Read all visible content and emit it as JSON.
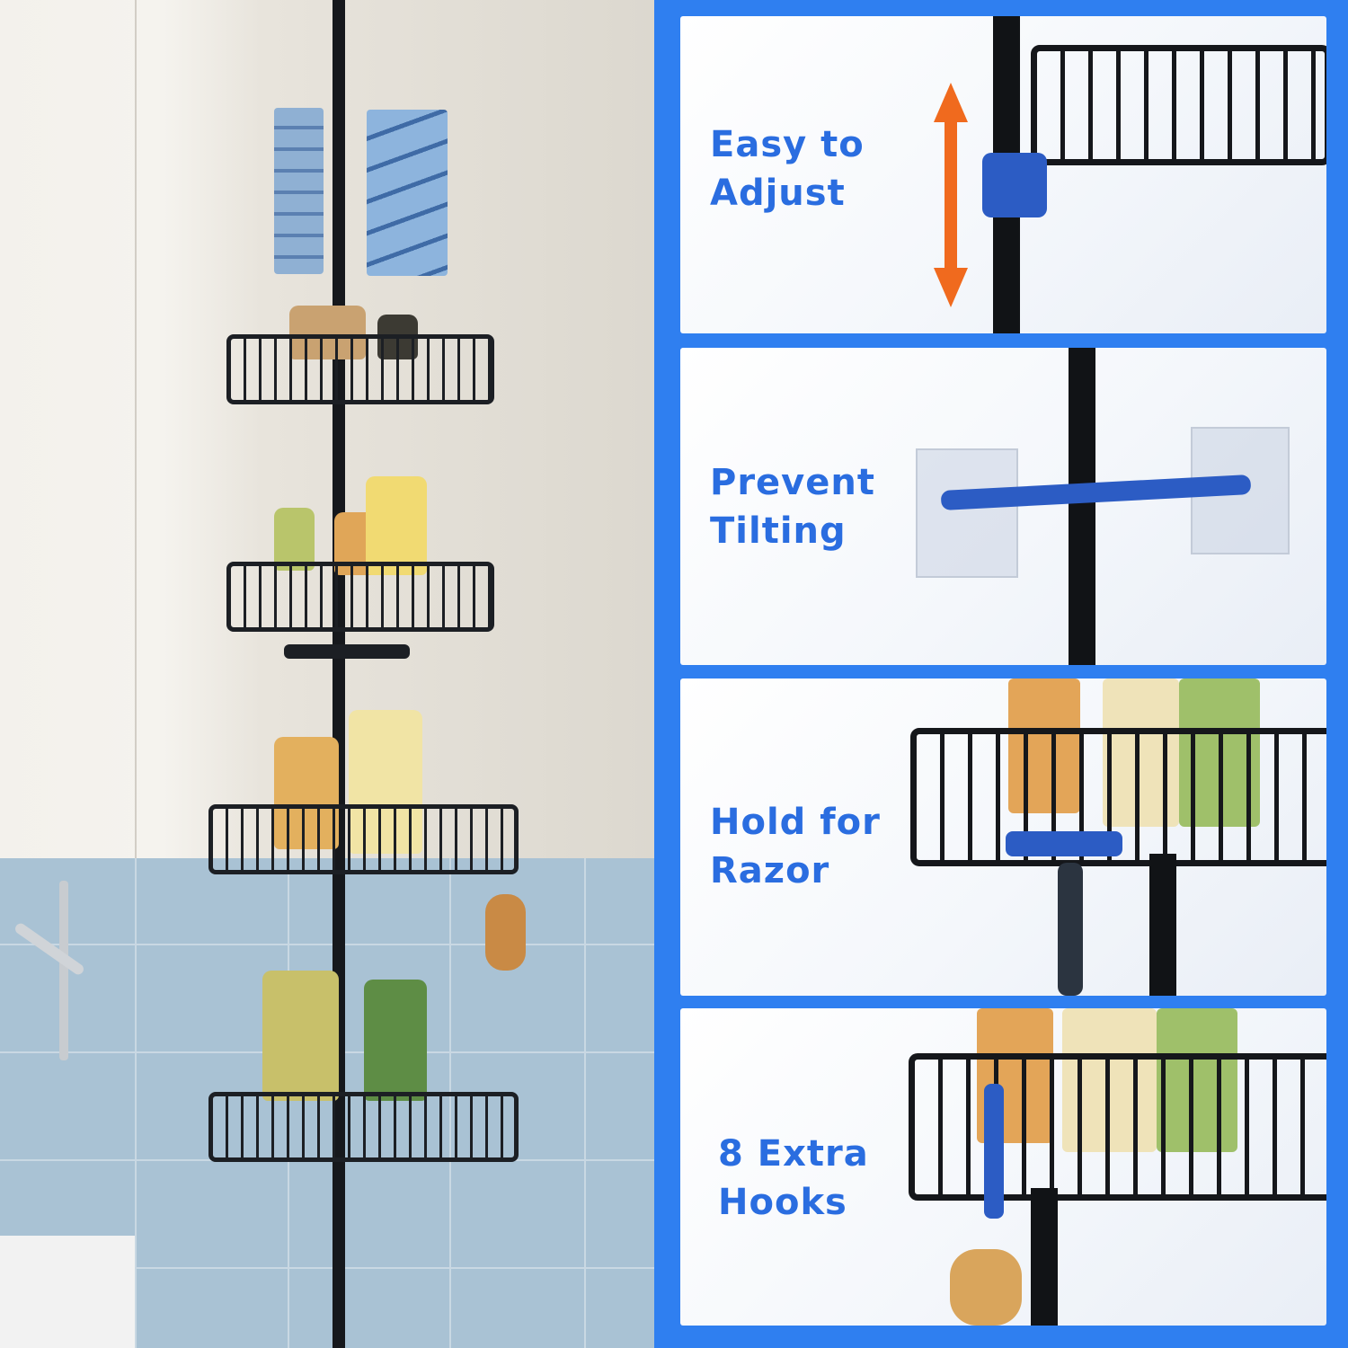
{
  "features": [
    {
      "line1": "Easy to",
      "line2": "Adjust"
    },
    {
      "line1": "Prevent",
      "line2": "Tilting"
    },
    {
      "line1": "Hold for",
      "line2": "Razor"
    },
    {
      "line1": "8 Extra",
      "line2": "Hooks"
    }
  ],
  "colors": {
    "background": "#2f7ff0",
    "heading": "#2a6de0",
    "pole": "#111316",
    "accent_blue": "#2c5cc4",
    "arrow_orange": "#f06a1e"
  }
}
